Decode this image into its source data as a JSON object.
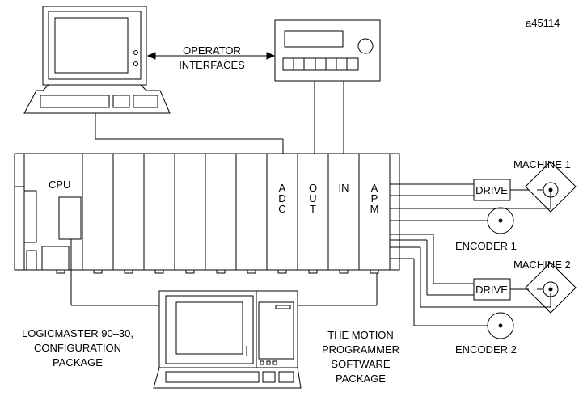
{
  "figure_id": "a45114",
  "labels": {
    "operator_interfaces": [
      "OPERATOR",
      "INTERFACES"
    ],
    "cpu": "CPU",
    "adc": "ADC",
    "out": "OUT",
    "in": "IN",
    "apm": "APM",
    "drive_1": "DRIVE",
    "drive_2": "DRIVE",
    "machine_1": "MACHINE 1",
    "machine_2": "MACHINE 2",
    "encoder_1": "ENCODER 1",
    "encoder_2": "ENCODER 2",
    "logicmaster": [
      "LOGICMASTER 90–30,",
      "CONFIGURATION",
      "PACKAGE"
    ],
    "motion_programmer": [
      "THE MOTION",
      "PROGRAMMER",
      "SOFTWARE",
      "PACKAGE"
    ]
  }
}
